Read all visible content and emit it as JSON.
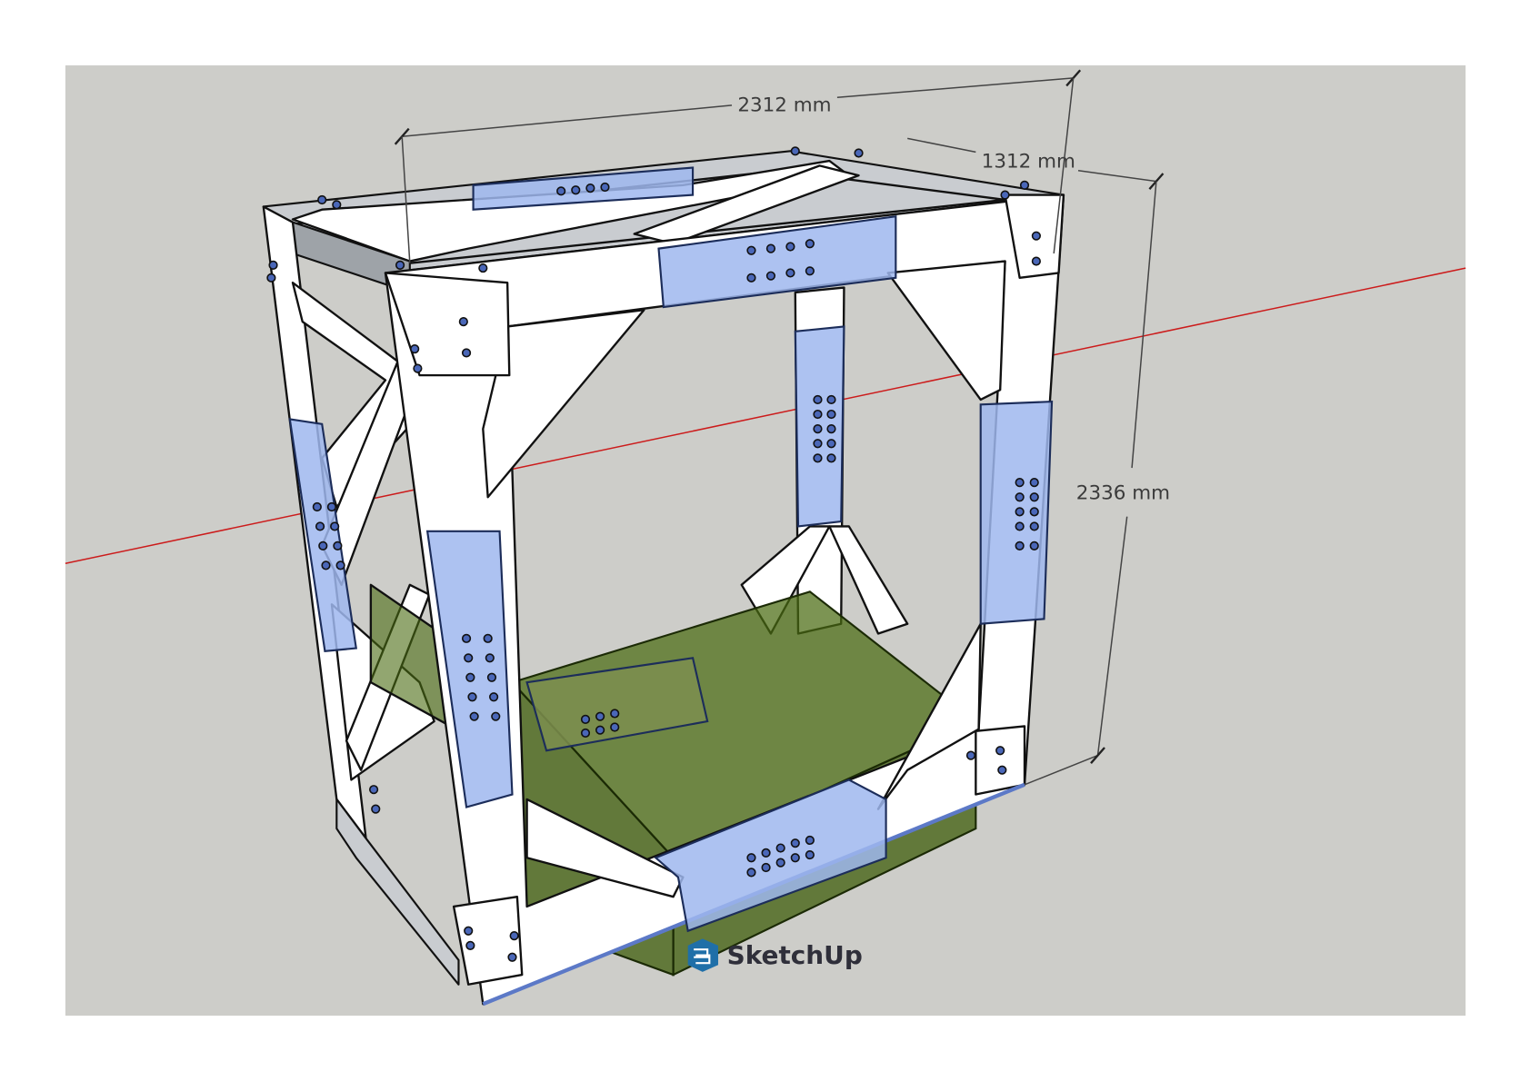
{
  "dimensions": {
    "length": "2312 mm",
    "depth": "1312 mm",
    "height": "2336 mm"
  },
  "branding": {
    "name": "SketchUp",
    "logo_icon": "sketchup-logo-icon"
  },
  "colors": {
    "viewport_background": "#cdcdc9",
    "axis_red": "#cc1b1b",
    "splice_plate_blue": "#9fb7ef",
    "glass_green": "#4a6b10",
    "brand_blue": "#1f6fa8"
  }
}
